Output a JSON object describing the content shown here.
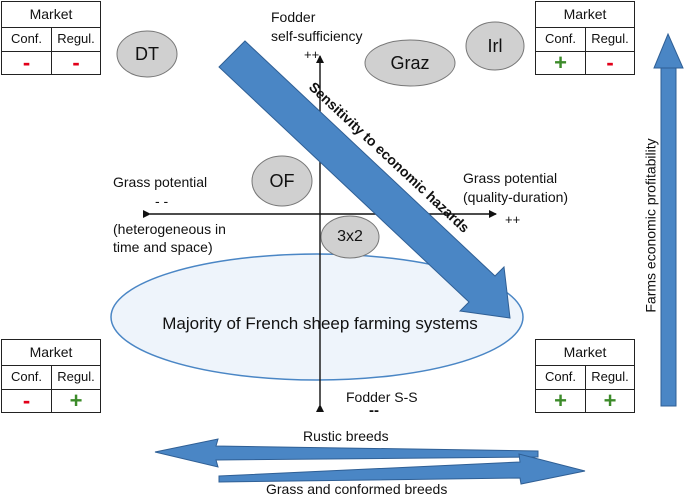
{
  "axes": {
    "top_label_line1": "Fodder",
    "top_label_line2": "self-sufficiency",
    "top_sign": "++",
    "bottom_label": "Fodder S-S",
    "bottom_sign": "--",
    "left_label_line1": "Grass potential",
    "left_sign": "- -",
    "left_label_line2": "(heterogeneous in",
    "left_label_line3": "time and space)",
    "right_label_line1": "Grass potential",
    "right_label_line2": "(quality-duration)",
    "right_sign": "++"
  },
  "ovals": {
    "dt": "DT",
    "graz": "Graz",
    "irl": "Irl",
    "of": "OF",
    "three_by_two": "3x2"
  },
  "majority_label": "Majority of French sheep farming systems",
  "diagonal_arrow_label": "Sensitivity to economic hazards",
  "profitability_label": "Farms economic profitability",
  "bottom_arrows": {
    "top_label": "Rustic breeds",
    "bottom_label": "Grass and conformed breeds"
  },
  "market_tables": [
    {
      "title": "Market",
      "col1": "Conf.",
      "col2": "Regul.",
      "conf": "-",
      "regul": "-"
    },
    {
      "title": "Market",
      "col1": "Conf.",
      "col2": "Regul.",
      "conf": "+",
      "regul": "-"
    },
    {
      "title": "Market",
      "col1": "Conf.",
      "col2": "Regul.",
      "conf": "-",
      "regul": "+"
    },
    {
      "title": "Market",
      "col1": "Conf.",
      "col2": "Regul.",
      "conf": "+",
      "regul": "+"
    }
  ],
  "colors": {
    "arrow_fill": "#4a86c5",
    "arrow_stroke": "#2f5f95",
    "oval_fill": "#d0d0d0",
    "ellipse_fill": "#eef4fb",
    "minus": "#e2001a",
    "plus": "#3c8b2a"
  }
}
